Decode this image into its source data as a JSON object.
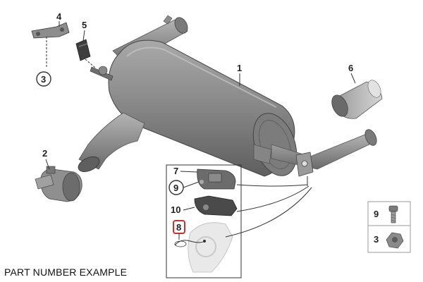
{
  "caption": "PART NUMBER EXAMPLE",
  "callouts": {
    "c1": "1",
    "c2": "2",
    "c3": "3",
    "c4": "4",
    "c5": "5",
    "c6": "6",
    "c7": "7",
    "c8": "8",
    "c9": "9",
    "c10": "10",
    "legend9": "9",
    "legend3": "3"
  },
  "colors": {
    "part_dark": "#6f6f6f",
    "part_mid": "#9a9a9a",
    "part_light": "#c8c8c8",
    "highlight_red": "#d0302a",
    "line": "#333333"
  }
}
